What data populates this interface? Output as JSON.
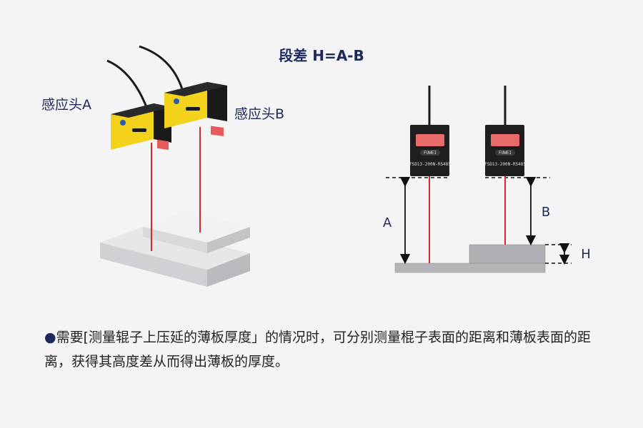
{
  "title": "段差 H=A-B",
  "left": {
    "sensor_a_label": "感应头A",
    "sensor_b_label": "感应头B"
  },
  "right": {
    "dim_a": "A",
    "dim_b": "B",
    "dim_h": "H",
    "camera_brand": "FUWEI",
    "camera_model": "FSD13-200N-RS485"
  },
  "description": {
    "bullet": "●",
    "text": "需要[测量辊子上压延的薄板厚度」的情况时，可分别测量棍子表面的距离和薄板表面的距离，获得其高度差从而得出薄板的厚度。"
  },
  "colors": {
    "title": "#1b2a5b",
    "laser": "#d42a2a",
    "sensor_yellow": "#f2d21b",
    "sensor_black": "#1a1a1a",
    "plate": "#c9cbce"
  }
}
